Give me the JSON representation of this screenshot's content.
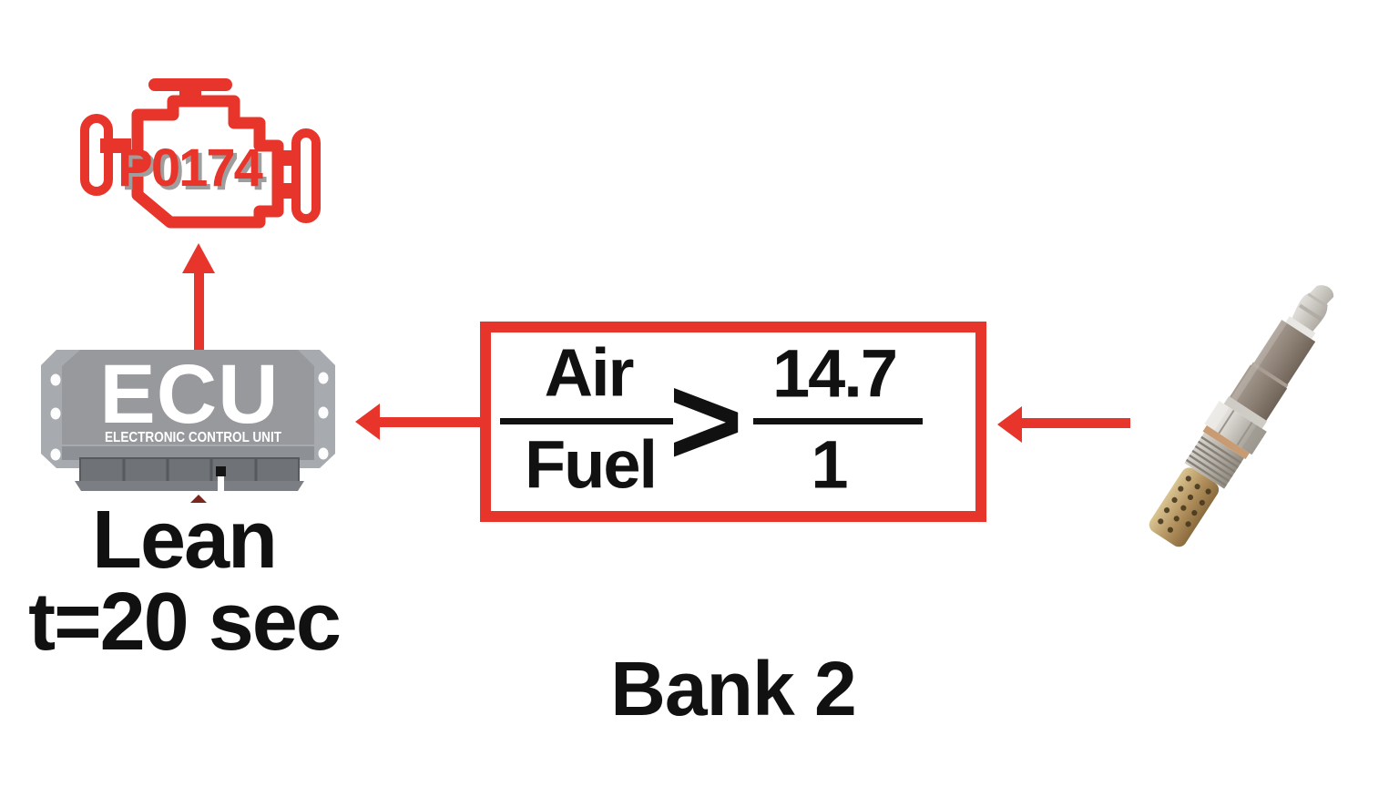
{
  "colors": {
    "accent_red": "#e7352b",
    "dark_red": "#7c2620",
    "text_black": "#111111",
    "ecu_body_gray": "#97999d",
    "ecu_plate_gray": "#a7aaae",
    "code_shadow_gray": "#9e9e9e",
    "background": "#ffffff"
  },
  "engine_warning": {
    "code": "P0174"
  },
  "ecu": {
    "label": "ECU",
    "sublabel": "ELECTRONIC CONTROL UNIT"
  },
  "condition": {
    "line1": "Lean",
    "line2": "t=20 sec"
  },
  "formula": {
    "numerator": "Air",
    "denominator": "Fuel",
    "comparator": ">",
    "ratio_numerator": "14.7",
    "ratio_denominator": "1"
  },
  "bank": {
    "label": "Bank 2"
  }
}
